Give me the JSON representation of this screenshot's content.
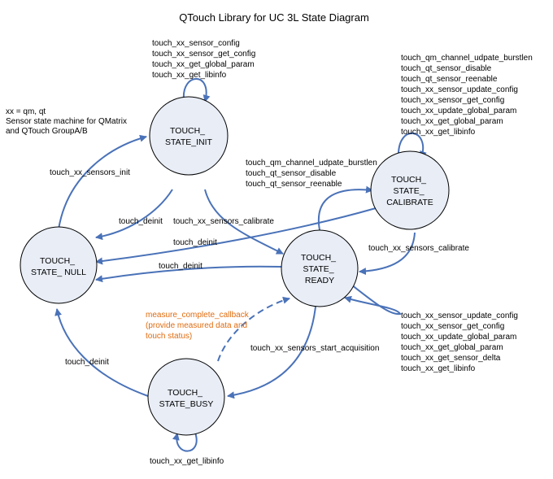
{
  "title": "QTouch Library for UC 3L State Diagram",
  "note": [
    "xx = qm, qt",
    "Sensor state machine for QMatrix",
    "and QTouch GroupA/B"
  ],
  "colors": {
    "node_fill": "#e8edf6",
    "arrow": "#4a72b8",
    "callback_text": "#e06c10"
  },
  "states": {
    "init": [
      "TOUCH_",
      "STATE_INIT"
    ],
    "calibrate": [
      "TOUCH_",
      "STATE_",
      "CALIBRATE"
    ],
    "null": [
      "TOUCH_",
      "STATE_ NULL"
    ],
    "ready": [
      "TOUCH_",
      "STATE_",
      "READY"
    ],
    "busy": [
      "TOUCH_",
      "STATE_BUSY"
    ]
  },
  "labels": {
    "init_self": [
      "touch_xx_sensor_config",
      "touch_xx_sensor_get_config",
      "touch_xx_get_global_param",
      "touch_xx_get_libinfo"
    ],
    "calibrate_self": [
      "touch_qm_channel_udpate_burstlen",
      "touch_qt_sensor_disable",
      "touch_qt_sensor_reenable",
      "touch_xx_sensor_update_config",
      "touch_xx_sensor_get_config",
      "touch_xx_update_global_param",
      "touch_xx_get_global_param",
      "touch_xx_get_libinfo"
    ],
    "ready_to_calibrate": [
      "touch_qm_channel_udpate_burstlen",
      "touch_qt_sensor_disable",
      "touch_qt_sensor_reenable"
    ],
    "ready_self": [
      "touch_xx_sensor_update_config",
      "touch_xx_sensor_get_config",
      "touch_xx_update_global_param",
      "touch_xx_get_global_param",
      "touch_xx_get_sensor_delta",
      "touch_xx_get_libinfo"
    ],
    "sensors_init": "touch_xx_sensors_init",
    "init_deinit": "touch_deinit",
    "init_to_ready": "touch_xx_sensors_calibrate",
    "calibrate_deinit": "touch_deinit",
    "ready_deinit": "touch_deinit",
    "calibrate_to_ready": "touch_xx_sensors_calibrate",
    "callback": [
      "measure_complete_callback",
      "(provide measured data and",
      "touch status)"
    ],
    "start_acquisition": "touch_xx_sensors_start_acquisition",
    "busy_deinit": "touch_deinit",
    "busy_self": "touch_xx_get_libinfo"
  }
}
